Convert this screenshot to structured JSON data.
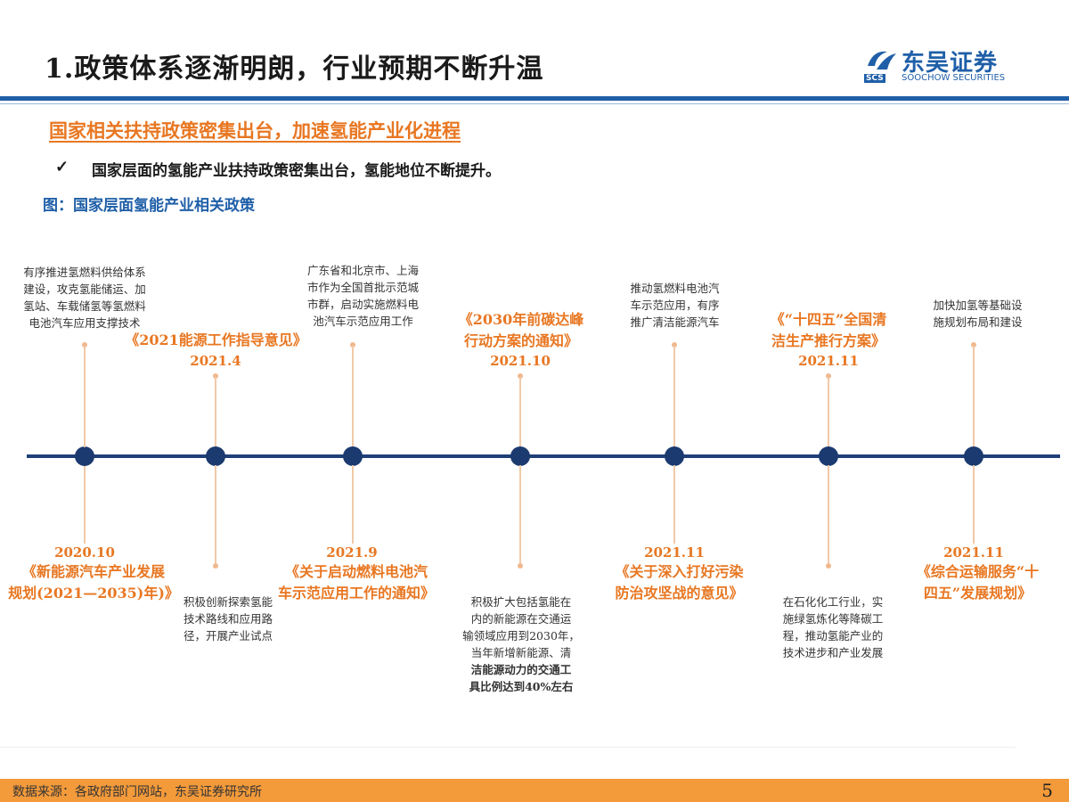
{
  "header": {
    "title": "1.政策体系逐渐明朗，行业预期不断升温",
    "logo_cn": "东吴证券",
    "logo_en": "SOOCHOW SECURITIES",
    "logo_abbr": "SCS"
  },
  "section": {
    "subtitle": "国家相关扶持政策密集出台，加速氢能产业化进程",
    "check_icon": "✓",
    "bullet": "国家层面的氢能产业扶持政策密集出台，氢能地位不断提升。",
    "figure_label": "图：国家层面氢能产业相关政策"
  },
  "timeline": {
    "above": [
      {
        "desc": [
          "有序推进氢燃料供给体系",
          "建设，攻克氢能储运、加",
          "氢站、车载储氢等氢燃料",
          "电池汽车应用支撑技术"
        ],
        "doc": [
          "《2021能源工作指导意见》"
        ],
        "date": "2021.4"
      },
      {
        "desc": [
          "广东省和北京市、上海",
          "市作为全国首批示范城",
          "市群，启动实施燃料电",
          "池汽车示范应用工作"
        ],
        "doc": [
          "《2030年前碳达峰",
          "行动方案的通知》"
        ],
        "date": "2021.10"
      },
      {
        "desc": [
          "推动氢燃料电池汽",
          "车示范应用，有序",
          "推广清洁能源汽车"
        ],
        "doc": [
          "《“十四五”全国清",
          "洁生产推行方案》"
        ],
        "date": "2021.11"
      },
      {
        "desc": [
          "加快加氢等基础设",
          "施规划布局和建设"
        ]
      }
    ],
    "below": [
      {
        "date": "2020.10",
        "doc": [
          "《新能源汽车产业发展",
          "规划(2021—2035)年)》"
        ],
        "desc": [
          "积极创新探索氢能",
          "技术路线和应用路",
          "径，开展产业试点"
        ]
      },
      {
        "date": "2021.9",
        "doc": [
          "《关于启动燃料电池汽",
          "车示范应用工作的通知》"
        ],
        "desc": [
          "积极扩大包括氢能在",
          "内的新能源在交通运",
          "输领域应用到2030年，",
          "当年新增新能源、清",
          "洁能源动力的交通工",
          "具比例达到40%左右"
        ]
      },
      {
        "date": "2021.11",
        "doc": [
          "《关于深入打好污染",
          "防治攻坚战的意见》"
        ],
        "desc": [
          "在石化化工行业，实",
          "施绿氢炼化等降碳工",
          "程，推动氢能产业的",
          "技术进步和产业发展"
        ]
      },
      {
        "date": "2021.11",
        "doc": [
          "《综合运输服务“十",
          "四五”发展规划》"
        ]
      }
    ]
  },
  "footer": {
    "source": "数据来源：各政府部门网站，东吴证券研究所",
    "page": "5"
  }
}
